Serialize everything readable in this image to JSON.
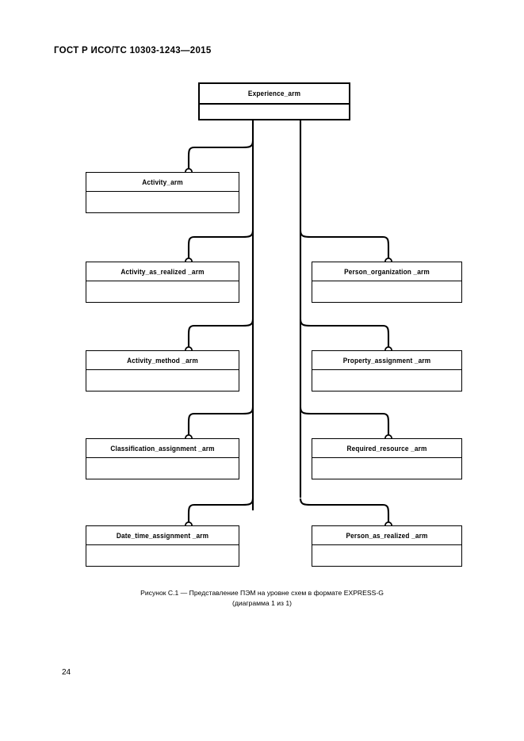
{
  "document": {
    "header": "ГОСТ Р ИСО/ТС 10303-1243—2015",
    "page_number": "24"
  },
  "figure": {
    "caption_line1": "Рисунок С.1 — Представление ПЭМ на уровне схем в формате EXPRESS-G",
    "caption_line2": "(диаграмма 1 из 1)",
    "notation": "EXPRESS-G",
    "root": {
      "label": "Experience_arm"
    },
    "left_column": [
      {
        "label": "Activity_arm"
      },
      {
        "label": "Activity_as_realized _arm"
      },
      {
        "label": "Activity_method _arm"
      },
      {
        "label": "Classification_assignment _arm"
      },
      {
        "label": "Date_time_assignment _arm"
      }
    ],
    "right_column": [
      {
        "label": "Person_organization _arm"
      },
      {
        "label": "Property_assignment _arm"
      },
      {
        "label": "Required_resource _arm"
      },
      {
        "label": "Person_as_realized _arm"
      }
    ],
    "colors": {
      "line": "#000000",
      "box_fill": "#ffffff",
      "page_background": "#ffffff"
    }
  }
}
